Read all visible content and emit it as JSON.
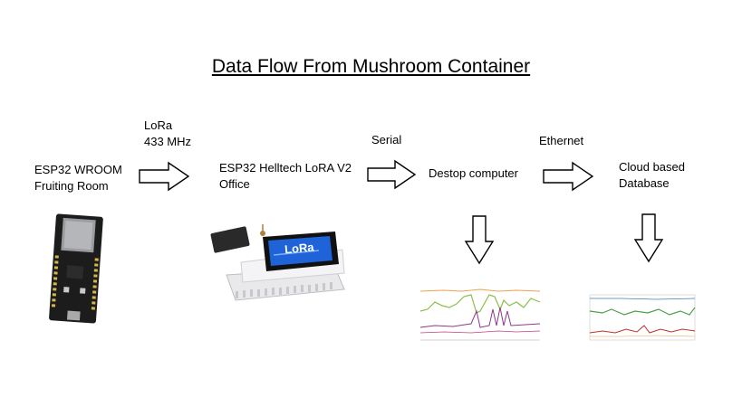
{
  "title": "Data Flow From Mushroom Container",
  "nodes": {
    "esp32_wroom": {
      "line1": "ESP32 WROOM",
      "line2": "Fruiting Room"
    },
    "heltec": {
      "line1": "ESP32 Helltech LoRA V2",
      "line2": "Office"
    },
    "desktop": {
      "line1": "Destop computer"
    },
    "cloud": {
      "line1": "Cloud based",
      "line2": "Database"
    }
  },
  "links": {
    "lora": {
      "line1": "LoRa",
      "line2": "433 MHz"
    },
    "serial": {
      "line1": "Serial"
    },
    "ethernet": {
      "line1": "Ethernet"
    }
  },
  "device_screen_text": "LoRa",
  "colors": {
    "board_dark": "#1c1c1c",
    "oled_blue": "#1e63d8",
    "trace_green": "#8cbf4a",
    "trace_purple": "#8c3a8c",
    "trace_orange": "#f0a050",
    "trace_red": "#c03030"
  }
}
